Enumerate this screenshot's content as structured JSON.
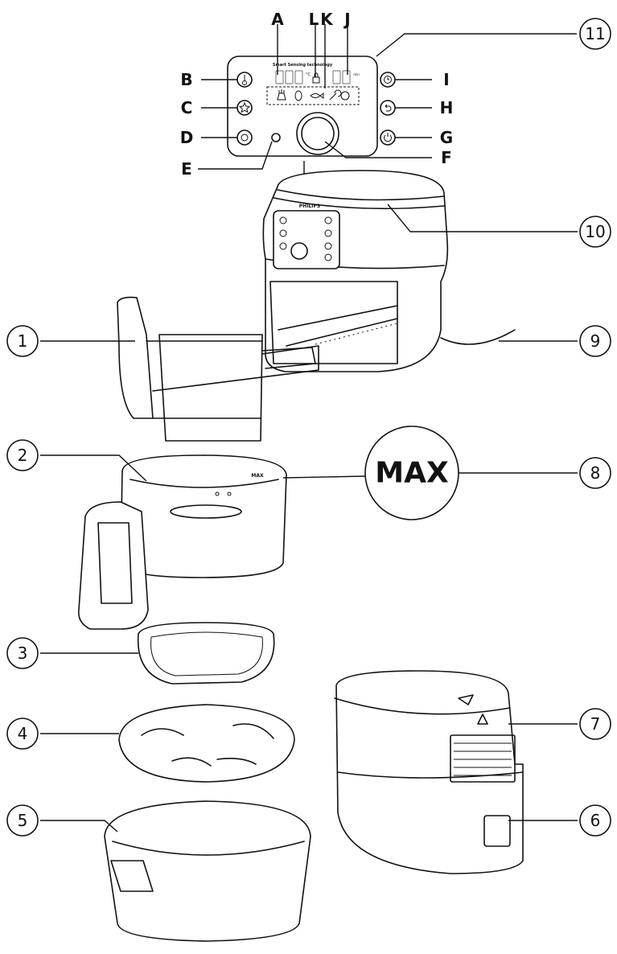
{
  "control_panel": {
    "header_text": "Smart Sensing technology",
    "temp_unit": "°C",
    "time_unit": "min",
    "letters": [
      "A",
      "B",
      "C",
      "D",
      "E",
      "F",
      "G",
      "H",
      "I",
      "J",
      "K",
      "L"
    ]
  },
  "brand": {
    "logo_text": "PHILIPS"
  },
  "callouts": [
    "1",
    "2",
    "3",
    "4",
    "5",
    "6",
    "7",
    "8",
    "9",
    "10",
    "11"
  ],
  "max_marker": {
    "label": "MAX",
    "small_label": "MAX"
  },
  "icons": [
    "thermometer-icon",
    "star-icon",
    "keep-warm-icon",
    "power-icon",
    "back-icon",
    "timer-icon",
    "fries-icon",
    "drumstick-icon",
    "fish-icon",
    "meat-icon",
    "chicken-icon",
    "presets-icon"
  ]
}
